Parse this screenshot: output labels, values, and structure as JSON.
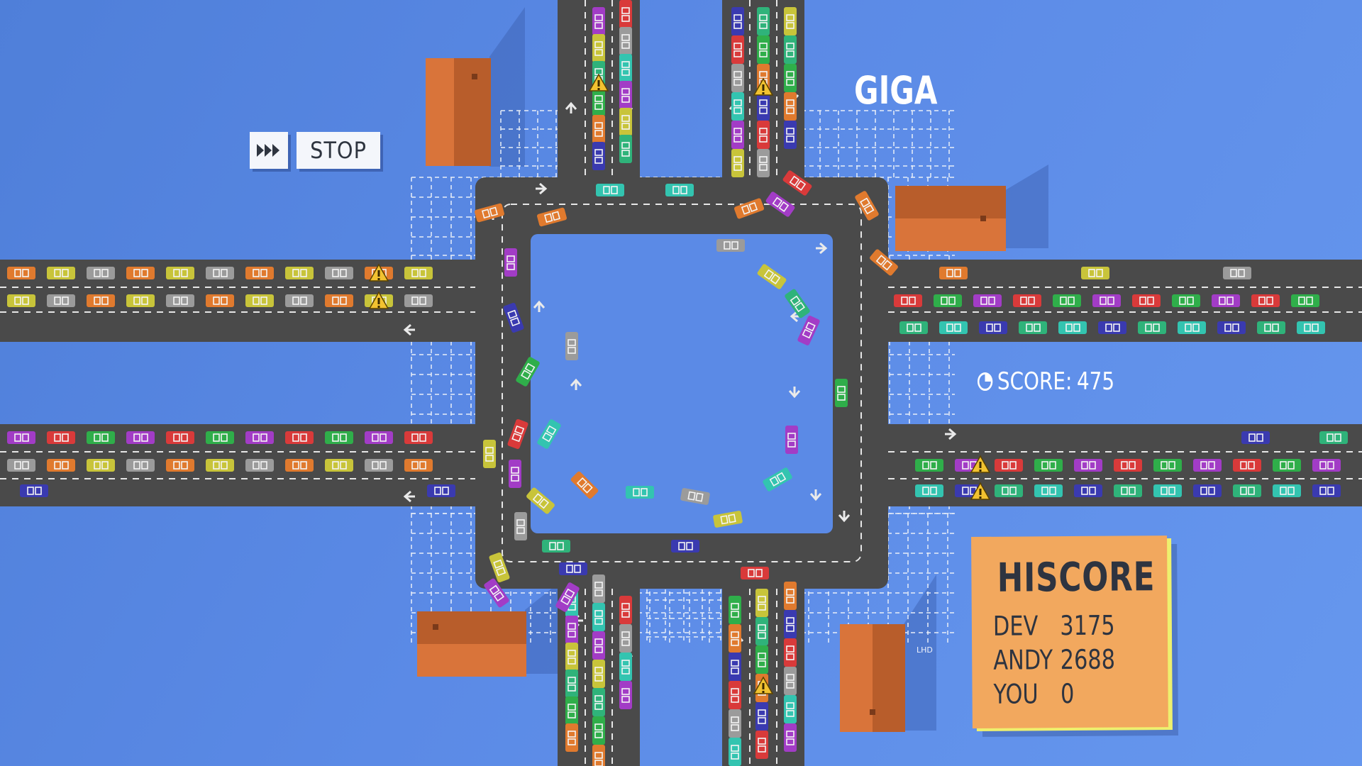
{
  "controls": {
    "fast_forward_icon": "fast-forward-icon",
    "stop_label": "STOP"
  },
  "map": {
    "title": "GIGA",
    "corner_label": "LHD"
  },
  "score": {
    "icon": "clock-icon",
    "label": "SCORE:",
    "value": "475"
  },
  "hiscore": {
    "title": "HISCORE",
    "entries": [
      {
        "name": "DEV",
        "score": "3175"
      },
      {
        "name": "ANDY",
        "score": "2688"
      },
      {
        "name": "YOU",
        "score": "0"
      }
    ]
  },
  "colors": {
    "background": "#5b8ae6",
    "road": "#4a4a4a",
    "building": "#d9743a",
    "hiscore_card": "#eef06e",
    "car_palette": [
      "#e07a2e",
      "#a23cc6",
      "#3a3ab0",
      "#c8c43a",
      "#d93a3a",
      "#2fb37a",
      "#9b9b9b",
      "#2fae4a",
      "#33c4b0"
    ]
  }
}
